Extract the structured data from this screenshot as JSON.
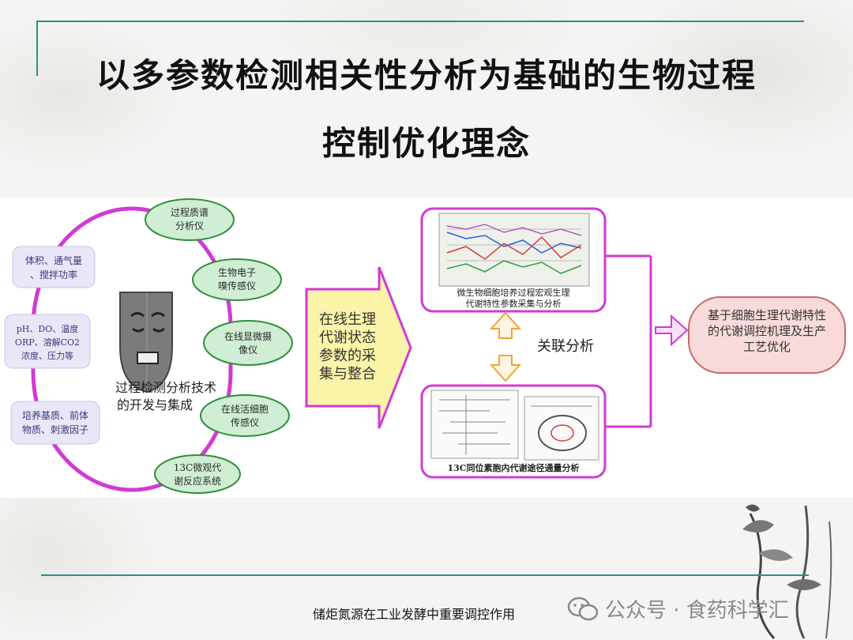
{
  "slide": {
    "title_line1": "以多参数检测相关性分析为基础的生物过程",
    "title_line2": "控制优化理念",
    "footer": "储炬氮源在工业发酵中重要调控作用",
    "watermark": "公众号 · 食药科学汇",
    "accent_color": "#2c8f8a"
  },
  "diagram": {
    "instrument_nodes": [
      [
        "过程质谱",
        "分析仪"
      ],
      [
        "生物电子",
        "嗅传感仪"
      ],
      [
        "在线显微摄",
        "像仪"
      ],
      [
        "在线活细胞",
        "传感仪"
      ],
      [
        "13C微观代",
        "谢反应系统"
      ]
    ],
    "parameter_boxes": [
      [
        "体积、通气量",
        "、搅拌功率"
      ],
      [
        "pH、DO、温度",
        "ORP、溶解CO2",
        "浓度、压力等"
      ],
      [
        "培养基质、前体",
        "物质、刺激因子"
      ]
    ],
    "center_label": [
      "过程检测分析技术",
      "的开发与集成"
    ],
    "arrow_label": [
      "在线生理",
      "代谢状态",
      "参数的采",
      "集与整合"
    ],
    "top_result": [
      "微生物细胞培养过程宏观生理",
      "代谢特性参数采集与分析"
    ],
    "bottom_result": "13C同位素胞内代谢途径通量分析",
    "correlation_label": "关联分析",
    "goal": [
      "基于细胞生理代谢特性",
      "的代谢调控机理及生产",
      "工艺优化"
    ],
    "colors": {
      "ring": "#d13ad6",
      "node_fill": "#cfeed3",
      "node_stroke": "#2f8f3a",
      "param_fill": "#e8e6f7",
      "arrow_fill": "#fbf3a8",
      "arrow_stroke": "#d13ad6",
      "goal_fill": "#f9dada",
      "goal_stroke": "#c96868",
      "correlation_arrow": "#f3a23a"
    }
  }
}
